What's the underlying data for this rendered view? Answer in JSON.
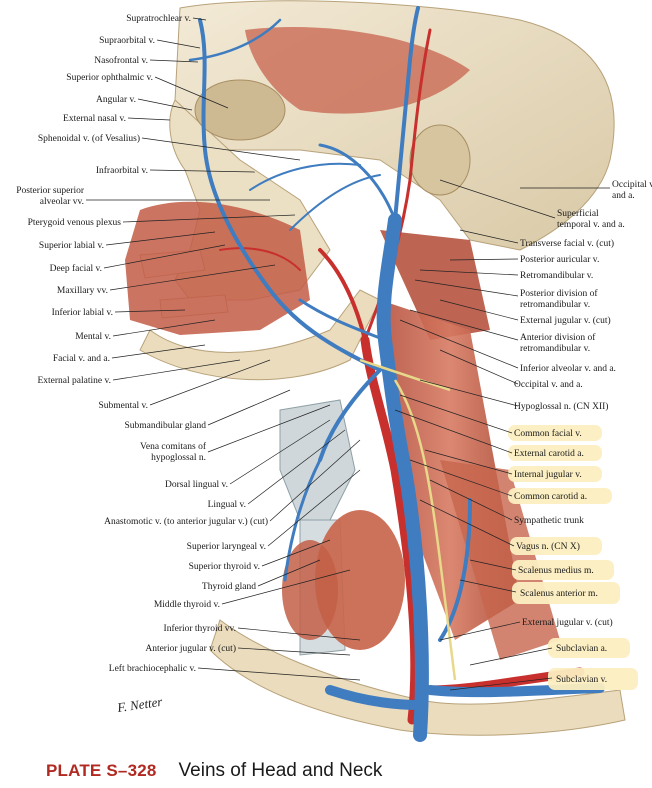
{
  "colors": {
    "vein": "#3f7cc0",
    "artery": "#c8302d",
    "muscle": "#c8624d",
    "bone": "#efe4cc",
    "highlight": "#fbeec0",
    "plate_number": "#b12a22"
  },
  "labels_left": [
    {
      "text": "Supratrochlear v."
    },
    {
      "text": "Supraorbital v."
    },
    {
      "text": "Nasofrontal v."
    },
    {
      "text": "Superior ophthalmic v."
    },
    {
      "text": "Angular v."
    },
    {
      "text": "External nasal v."
    },
    {
      "text": "Sphenoidal v. (of Vesalius)"
    },
    {
      "text": "Infraorbital v."
    },
    {
      "text": "Posterior superior\nalveolar vv."
    },
    {
      "text": "Pterygoid venous plexus"
    },
    {
      "text": "Superior labial v."
    },
    {
      "text": "Deep facial v."
    },
    {
      "text": "Maxillary vv."
    },
    {
      "text": "Inferior labial v."
    },
    {
      "text": "Mental v."
    },
    {
      "text": "Facial v. and a."
    },
    {
      "text": "External palatine v."
    },
    {
      "text": "Submental v."
    },
    {
      "text": "Submandibular gland"
    },
    {
      "text": "Vena comitans of\nhypoglossal n."
    },
    {
      "text": "Dorsal lingual v."
    },
    {
      "text": "Lingual v."
    },
    {
      "text": "Anastomotic v. (to anterior jugular v.) (cut)"
    },
    {
      "text": "Superior laryngeal v."
    },
    {
      "text": "Superior thyroid v."
    },
    {
      "text": "Thyroid gland"
    },
    {
      "text": "Middle thyroid v."
    },
    {
      "text": "Inferior thyroid vv."
    },
    {
      "text": "Anterior jugular v. (cut)"
    },
    {
      "text": "Left brachiocephalic v."
    }
  ],
  "labels_right": [
    {
      "text": "Occipital v.\nand a."
    },
    {
      "text": "Superficial\ntemporal v. and a."
    },
    {
      "text": "Transverse facial v. (cut)"
    },
    {
      "text": "Posterior auricular v."
    },
    {
      "text": "Retromandibular v."
    },
    {
      "text": "Posterior division of\nretromandibular v."
    },
    {
      "text": "External jugular v. (cut)"
    },
    {
      "text": "Anterior division of\nretromandibular v."
    },
    {
      "text": "Inferior alveolar v. and a."
    },
    {
      "text": "Occipital v. and a."
    },
    {
      "text": "Hypoglossal n. (CN XII)"
    },
    {
      "text": "Common facial v.",
      "highlighted": true
    },
    {
      "text": "External carotid a.",
      "highlighted": true
    },
    {
      "text": "Internal jugular v.",
      "highlighted": true
    },
    {
      "text": "Common carotid a.",
      "highlighted": true
    },
    {
      "text": "Sympathetic trunk"
    },
    {
      "text": "Vagus n. (CN X)",
      "highlighted": true
    },
    {
      "text": "Scalenus medius m.",
      "highlighted": true
    },
    {
      "text": "Scalenus anterior m.",
      "highlighted": true
    },
    {
      "text": "External jugular v. (cut)"
    },
    {
      "text": "Subclavian a.",
      "highlighted": true
    },
    {
      "text": "Subclavian v.",
      "highlighted": true
    }
  ],
  "signature": "F. Netter",
  "plate_number": "PLATE S–328",
  "plate_title": "Veins of Head and Neck"
}
